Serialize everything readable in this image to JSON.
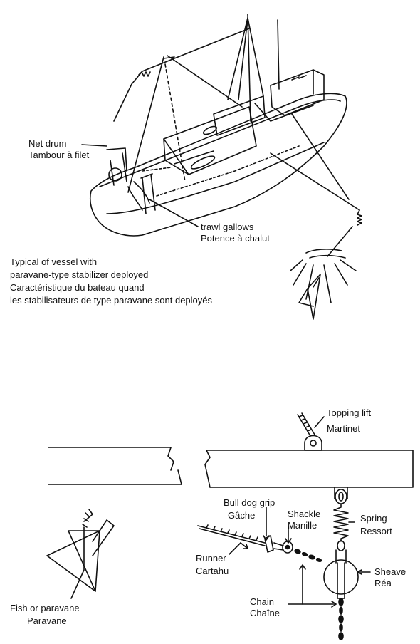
{
  "vessel": {
    "net_drum": {
      "en": "Net drum",
      "fr": "Tambour à filet"
    },
    "trawl_gallows": {
      "en": "trawl gallows",
      "fr": "Potence à chalut"
    },
    "caption": {
      "line1": "Typical of vessel with",
      "line2": "paravane-type stabilizer deployed",
      "line3": "Caractéristique du bateau quand",
      "line4": "les stabilisateurs de type paravane sont deployés"
    }
  },
  "rigging": {
    "topping_lift": {
      "en": "Topping lift",
      "fr": "Martinet"
    },
    "bull_dog_grip": {
      "en": "Bull dog grip",
      "fr": "Gâche"
    },
    "shackle": {
      "en": "Shackle",
      "fr": "Manille"
    },
    "spring": {
      "en": "Spring",
      "fr": "Ressort"
    },
    "runner": {
      "en": "Runner",
      "fr": "Cartahu"
    },
    "sheave": {
      "en": "Sheave",
      "fr": "Réa"
    },
    "chain": {
      "en": "Chain",
      "fr": "Chaîne"
    },
    "fish": {
      "en": "Fish or paravane",
      "fr": "Paravane"
    }
  }
}
